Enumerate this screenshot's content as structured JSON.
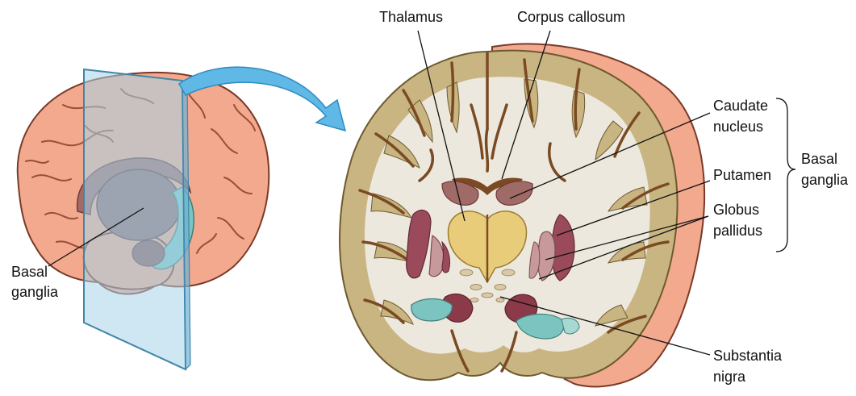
{
  "labels": {
    "thalamus": "Thalamus",
    "corpus_callosum": "Corpus callosum",
    "caudate_line1": "Caudate",
    "caudate_line2": "nucleus",
    "putamen": "Putamen",
    "globus_line1": "Globus",
    "globus_line2": "pallidus",
    "basal_group_line1": "Basal",
    "basal_group_line2": "ganglia",
    "basal_left_line1": "Basal",
    "basal_left_line2": "ganglia",
    "substantia_line1": "Substantia",
    "substantia_line2": "nigra"
  },
  "colors": {
    "brain_surface": "#f2a98e",
    "brain_outline": "#7a3a28",
    "gray_matter": "#c9b582",
    "white_matter": "#ede8de",
    "sulcus": "#7a4a22",
    "caudate": "#a06a66",
    "putamen": "#9a4a5a",
    "globus_pallidus": "#c7999b",
    "thalamus": "#e9cc7a",
    "substantia_nigra": "#8a3a48",
    "hippocampus_teal": "#7cc4c0",
    "plane_glass": "#a8d4ea",
    "arrow": "#5fb8e6"
  }
}
